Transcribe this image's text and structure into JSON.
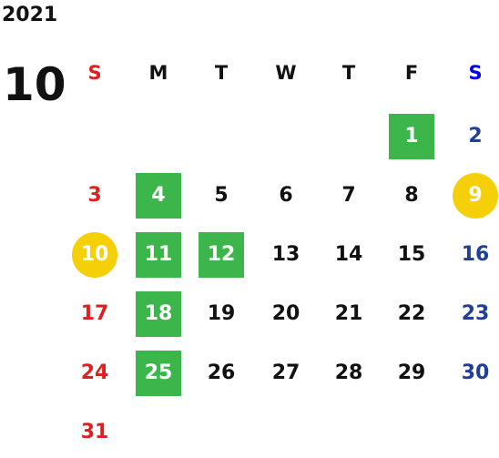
{
  "calendar": {
    "year": "2021",
    "month": "10",
    "weekday_headers": [
      "S",
      "M",
      "T",
      "W",
      "T",
      "F",
      "S"
    ],
    "colors": {
      "sunday": "#e02020",
      "saturday": "#1f3f99",
      "saturday_header": "#0000ee",
      "weekday": "#111111",
      "green_highlight": "#3cb54a",
      "yellow_highlight": "#f5cf08"
    },
    "weeks": [
      [
        null,
        null,
        null,
        null,
        null,
        {
          "day": "1",
          "mark": "green"
        },
        {
          "day": "2"
        }
      ],
      [
        {
          "day": "3"
        },
        {
          "day": "4",
          "mark": "green"
        },
        {
          "day": "5"
        },
        {
          "day": "6"
        },
        {
          "day": "7"
        },
        {
          "day": "8"
        },
        {
          "day": "9",
          "mark": "yellow"
        }
      ],
      [
        {
          "day": "10",
          "mark": "yellow"
        },
        {
          "day": "11",
          "mark": "green"
        },
        {
          "day": "12",
          "mark": "green"
        },
        {
          "day": "13"
        },
        {
          "day": "14"
        },
        {
          "day": "15"
        },
        {
          "day": "16"
        }
      ],
      [
        {
          "day": "17"
        },
        {
          "day": "18",
          "mark": "green"
        },
        {
          "day": "19"
        },
        {
          "day": "20"
        },
        {
          "day": "21"
        },
        {
          "day": "22"
        },
        {
          "day": "23"
        }
      ],
      [
        {
          "day": "24"
        },
        {
          "day": "25",
          "mark": "green"
        },
        {
          "day": "26"
        },
        {
          "day": "27"
        },
        {
          "day": "28"
        },
        {
          "day": "29"
        },
        {
          "day": "30"
        }
      ],
      [
        {
          "day": "31"
        },
        null,
        null,
        null,
        null,
        null,
        null
      ]
    ]
  }
}
